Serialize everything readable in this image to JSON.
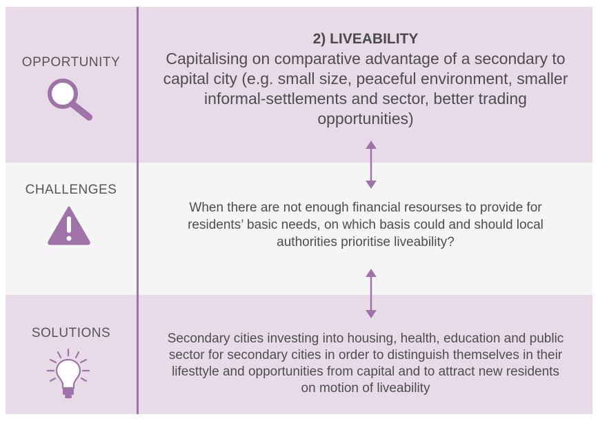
{
  "sections": [
    {
      "label": "OPPORTUNITY",
      "icon": "magnifier-icon",
      "title": "2) LIVEABILITY",
      "text": "Capitalising on comparative advantage of a secondary to capital city (e.g. small size, peaceful environment, smaller informal-settlements and sector, better trading opportunities)"
    },
    {
      "label": "CHALLENGES",
      "icon": "warning-icon",
      "text": "When there are not enough financial resourses to provide for residents’ basic needs, on which basis could and should local authorities prioritise liveability?"
    },
    {
      "label": "SOLUTIONS",
      "icon": "lightbulb-icon",
      "text": "Secondary cities investing into housing, health, education and public sector for secondary cities in order to distinguish themselves in their lifesttyle and opportunities from capital and to attract new residents on motion of liveability"
    }
  ],
  "colors": {
    "band_purple": "#e8dbe8",
    "band_light": "#f6f5f6",
    "accent": "#a073a8"
  }
}
